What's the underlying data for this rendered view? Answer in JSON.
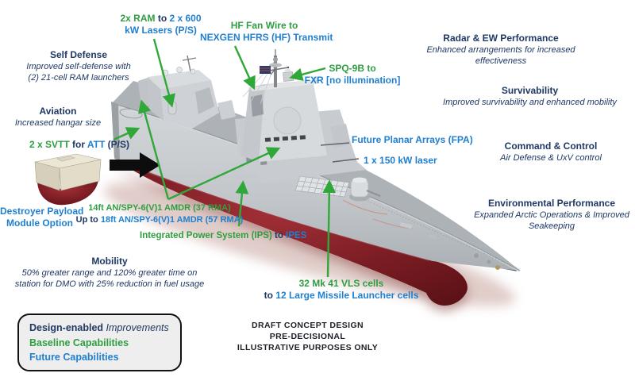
{
  "title_hint": "DDG(X) destroyer concept capabilities diagram",
  "colors": {
    "baseline_green": "#2f9e41",
    "future_blue": "#1f7fd0",
    "design_navy": "#1f3864",
    "arrow_green": "#2fa839",
    "hull_gray": "#c5c9cc",
    "underwater_red": "#7c1d24"
  },
  "callouts": {
    "ram_lasers": {
      "l1a": "2x RAM",
      "l1b": " to ",
      "l1c": "2 x 600",
      "l2": "kW Lasers (P/S)"
    },
    "hf_fan": {
      "l1": "HF Fan Wire to",
      "l2": "NEXGEN HFRS (HF) Transmit"
    },
    "spq9b": {
      "l1": "SPQ-9B to",
      "l2": "FXR [no illumination]"
    },
    "svtt": {
      "a": "2 x SVTT",
      "b": " for ",
      "c": "ATT",
      "d": " (P/S)"
    },
    "payload_module": {
      "l1": "Destroyer Payload",
      "l2": "Module Option"
    },
    "amdr": {
      "l1": "14ft AN/SPY-6(V)1 AMDR (37 RMA)",
      "l2a": "Up to ",
      "l2b": "18ft AN/SPY-6(V)1 AMDR (57 RMA)"
    },
    "ips": {
      "a": "Integrated Power System (IPS)",
      "b": " to ",
      "c": "IPES"
    },
    "fpa": {
      "text": "Future Planar Arrays (FPA)"
    },
    "laser_150": {
      "text": "1 x 150 kW laser"
    },
    "vls": {
      "l1": "32 Mk 41 VLS cells",
      "l2a": "to ",
      "l2b": "12 Large Missile Launcher cells"
    }
  },
  "notes": {
    "self_defense": {
      "title": "Self Defense",
      "d1": "Improved self-defense with",
      "d2": "(2) 21-cell RAM launchers"
    },
    "aviation": {
      "title": "Aviation",
      "d1": "Increased hangar size"
    },
    "radar_ew": {
      "title": "Radar & EW Performance",
      "d1": "Enhanced arrangements for increased",
      "d2": "effectiveness"
    },
    "survivability": {
      "title": "Survivability",
      "d1": "Improved survivability and enhanced mobility"
    },
    "command_control": {
      "title": "Command & Control",
      "d1": "Air Defense & UxV control"
    },
    "environmental": {
      "title": "Environmental Performance",
      "d1": "Expanded Arctic Operations & Improved",
      "d2": "Seakeeping"
    },
    "mobility": {
      "title": "Mobility",
      "d1": "50% greater range and 120% greater time on",
      "d2": "station for DMO with 25% reduction in fuel usage"
    }
  },
  "legend": {
    "design_bold": "Design-enabled ",
    "design_italic": "Improvements",
    "baseline": "Baseline Capabilities",
    "future": "Future Capabilities"
  },
  "disclaimer": {
    "l1": "DRAFT CONCEPT DESIGN",
    "l2": "PRE-DECISIONAL",
    "l3": "ILLUSTRATIVE PURPOSES ONLY"
  }
}
